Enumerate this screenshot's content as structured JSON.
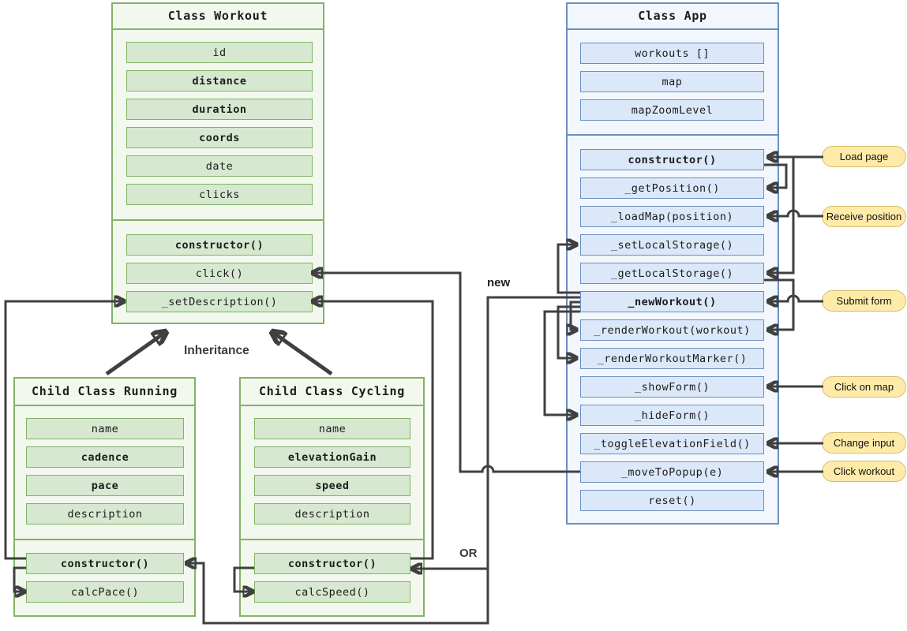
{
  "workout": {
    "title": "Class Workout",
    "fields": [
      {
        "text": "id",
        "bold": false
      },
      {
        "text": "distance",
        "bold": true
      },
      {
        "text": "duration",
        "bold": true
      },
      {
        "text": "coords",
        "bold": true
      },
      {
        "text": "date",
        "bold": false
      },
      {
        "text": "clicks",
        "bold": false
      }
    ],
    "methods": [
      {
        "text": "constructor()",
        "bold": true
      },
      {
        "text": "click()",
        "bold": false
      },
      {
        "text": "_setDescription()",
        "bold": false
      }
    ]
  },
  "running": {
    "title": "Child Class Running",
    "fields": [
      {
        "text": "name",
        "bold": false
      },
      {
        "text": "cadence",
        "bold": true
      },
      {
        "text": "pace",
        "bold": true
      },
      {
        "text": "description",
        "bold": false
      }
    ],
    "methods": [
      {
        "text": "constructor()",
        "bold": true
      },
      {
        "text": "calcPace()",
        "bold": false
      }
    ]
  },
  "cycling": {
    "title": "Child Class Cycling",
    "fields": [
      {
        "text": "name",
        "bold": false
      },
      {
        "text": "elevationGain",
        "bold": true
      },
      {
        "text": "speed",
        "bold": true
      },
      {
        "text": "description",
        "bold": false
      }
    ],
    "methods": [
      {
        "text": "constructor()",
        "bold": true
      },
      {
        "text": "calcSpeed()",
        "bold": false
      }
    ]
  },
  "app": {
    "title": "Class App",
    "fields": [
      {
        "text": "workouts []",
        "bold": false
      },
      {
        "text": "map",
        "bold": false
      },
      {
        "text": "mapZoomLevel",
        "bold": false
      }
    ],
    "methods": [
      {
        "text": "constructor()",
        "bold": true
      },
      {
        "text": "_getPosition()",
        "bold": false
      },
      {
        "text": "_loadMap(position)",
        "bold": false
      },
      {
        "text": "_setLocalStorage()",
        "bold": false
      },
      {
        "text": "_getLocalStorage()",
        "bold": false
      },
      {
        "text": "_newWorkout()",
        "bold": true
      },
      {
        "text": "_renderWorkout(workout)",
        "bold": false
      },
      {
        "text": "_renderWorkoutMarker()",
        "bold": false
      },
      {
        "text": "_showForm()",
        "bold": false
      },
      {
        "text": "_hideForm()",
        "bold": false
      },
      {
        "text": "_toggleElevationField()",
        "bold": false
      },
      {
        "text": "_moveToPopup(e)",
        "bold": false
      },
      {
        "text": "reset()",
        "bold": false
      }
    ]
  },
  "events": [
    "Load page",
    "Receive position",
    "Submit form",
    "Click on map",
    "Change input",
    "Click workout"
  ],
  "labels": {
    "inheritance": "Inheritance",
    "new_keyword": "new",
    "or_keyword": "OR"
  },
  "colors": {
    "green_border": "#82b366",
    "green_item_fill": "#d6e8d0",
    "green_box_fill": "#f2f8ee",
    "blue_border": "#6c8ebf",
    "blue_item_fill": "#dbe8fa",
    "blue_box_fill": "#f2f7fd",
    "bubble_fill": "#ffeba9",
    "bubble_border": "#d6bc69",
    "connector": "#404040"
  }
}
